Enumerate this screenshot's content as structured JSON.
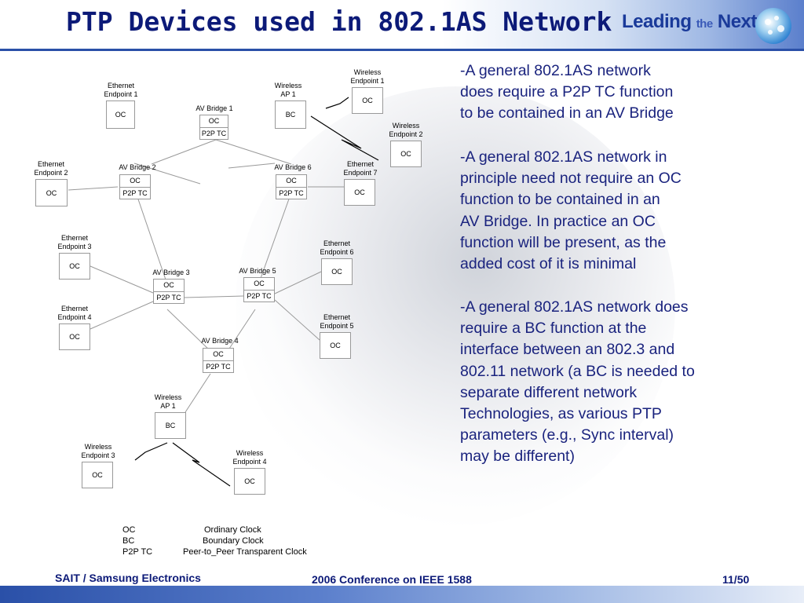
{
  "slide": {
    "title": "PTP Devices used in 802.1AS Network",
    "brand_main": "Leading",
    "brand_the": "the",
    "brand_next": "Next"
  },
  "diagram": {
    "ethernet_endpoint_1": [
      "Ethernet",
      "Endpoint 1"
    ],
    "ethernet_endpoint_2": [
      "Ethernet",
      "Endpoint 2"
    ],
    "ethernet_endpoint_3": [
      "Ethernet",
      "Endpoint 3"
    ],
    "ethernet_endpoint_4": [
      "Ethernet",
      "Endpoint 4"
    ],
    "ethernet_endpoint_5": [
      "Ethernet",
      "Endpoint 5"
    ],
    "ethernet_endpoint_6": [
      "Ethernet",
      "Endpoint 6"
    ],
    "ethernet_endpoint_7": [
      "Ethernet",
      "Endpoint 7"
    ],
    "wireless_endpoint_1": [
      "Wireless",
      "Endpoint 1"
    ],
    "wireless_endpoint_2": [
      "Wireless",
      "Endpoint 2"
    ],
    "wireless_endpoint_3": [
      "Wireless",
      "Endpoint 3"
    ],
    "wireless_endpoint_4": [
      "Wireless",
      "Endpoint 4"
    ],
    "wireless_ap_top": [
      "Wireless",
      "AP 1"
    ],
    "wireless_ap_bottom": [
      "Wireless",
      "AP 1"
    ],
    "av_bridge_1": "AV Bridge 1",
    "av_bridge_2": "AV Bridge 2",
    "av_bridge_3": "AV Bridge 3",
    "av_bridge_4": "AV Bridge 4",
    "av_bridge_5": "AV Bridge 5",
    "av_bridge_6": "AV Bridge 6",
    "oc": "OC",
    "bc": "BC",
    "p2p_tc": "P2P TC"
  },
  "legend": [
    {
      "abbr": "OC",
      "meaning": "Ordinary Clock"
    },
    {
      "abbr": "BC",
      "meaning": "Boundary Clock"
    },
    {
      "abbr": "P2P TC",
      "meaning": "Peer-to_Peer Transparent Clock"
    }
  ],
  "body_text": {
    "p1": [
      "-A general 802.1AS network",
      "does require a P2P TC function",
      "to be contained in an AV Bridge"
    ],
    "p2": [
      "-A general 802.1AS network in",
      "principle need not require an OC",
      "function to be contained in an",
      "AV Bridge.  In practice an OC",
      "function will be present, as the",
      "added cost of it is minimal"
    ],
    "p3": [
      "-A general 802.1AS network does",
      "require a BC function at the",
      "interface between an 802.3 and",
      "802.11 network (a BC is needed to",
      "separate different network",
      "Technologies, as various PTP",
      "parameters (e.g., Sync interval)",
      "may be different)"
    ]
  },
  "footer": {
    "left": "SAIT / Samsung Electronics",
    "center": "2006 Conference on IEEE 1588",
    "page": "11/50"
  }
}
